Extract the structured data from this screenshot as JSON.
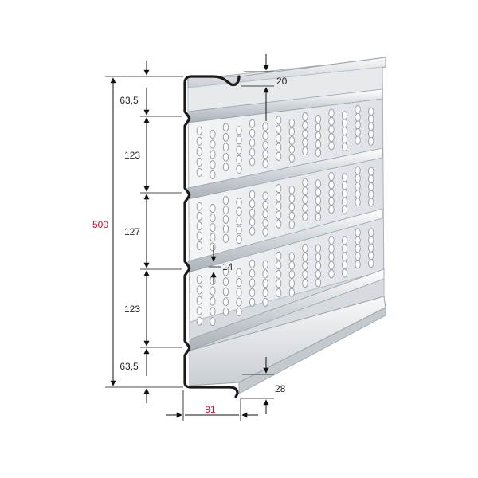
{
  "dimensions": {
    "total_height": "500",
    "top_segment": "63,5",
    "segment_2": "123",
    "segment_3": "127",
    "segment_4": "123",
    "bottom_segment": "63,5",
    "top_lip": "20",
    "rib_depth": "14",
    "bottom_lip": "28",
    "depth": "91"
  },
  "colors": {
    "highlight_dimension": "#c8102e",
    "profile_outline": "#1a1a1a",
    "metal_light": "#e9ecef",
    "metal_mid": "#cfd4d9",
    "metal_dark": "#9aa1a8"
  }
}
